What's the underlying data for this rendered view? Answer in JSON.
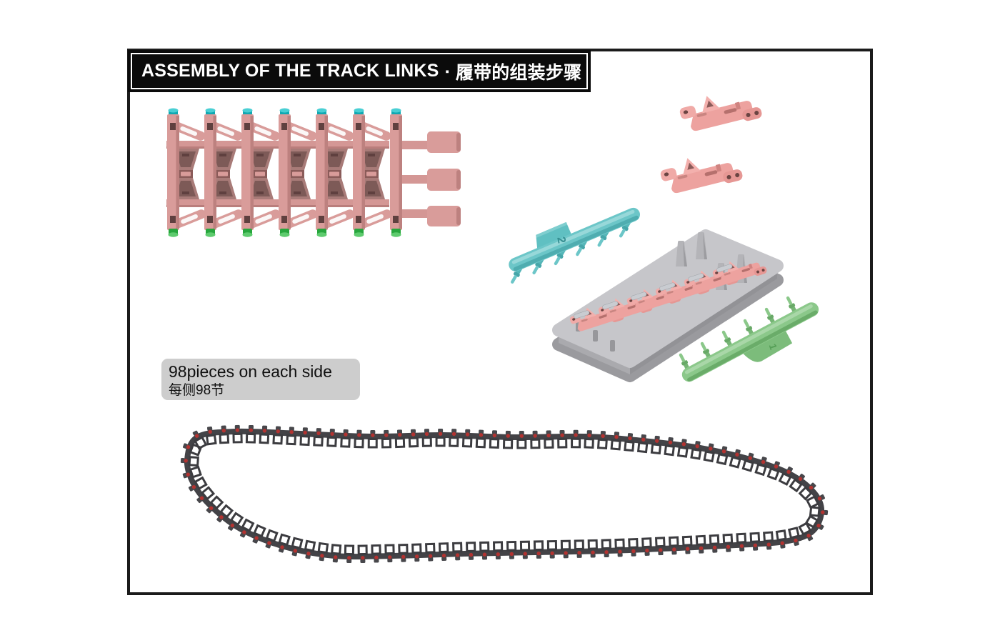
{
  "header": {
    "title_en": "ASSEMBLY OF THE TRACK LINKS",
    "separator": "▪",
    "title_zh": "履带的组装步骤"
  },
  "note": {
    "line1": "98pieces on each side",
    "line2": "每侧98节"
  },
  "sprue_markings": {
    "teal": "2",
    "green": "1"
  },
  "colors": {
    "header_bg": "#0b0b0b",
    "header_text": "#ffffff",
    "note_bg": "#cdcdcd",
    "track_link_pink": "#d99c9a",
    "cap_teal": "#17b3ba",
    "cap_green": "#2fae44",
    "pin_sprue_teal": "#6cc6c8",
    "pin_sprue_green": "#8bc88a",
    "jig_gray": "#c6c6ca",
    "assembled_track_gray": "#434347",
    "track_pin_red": "#b23331"
  }
}
